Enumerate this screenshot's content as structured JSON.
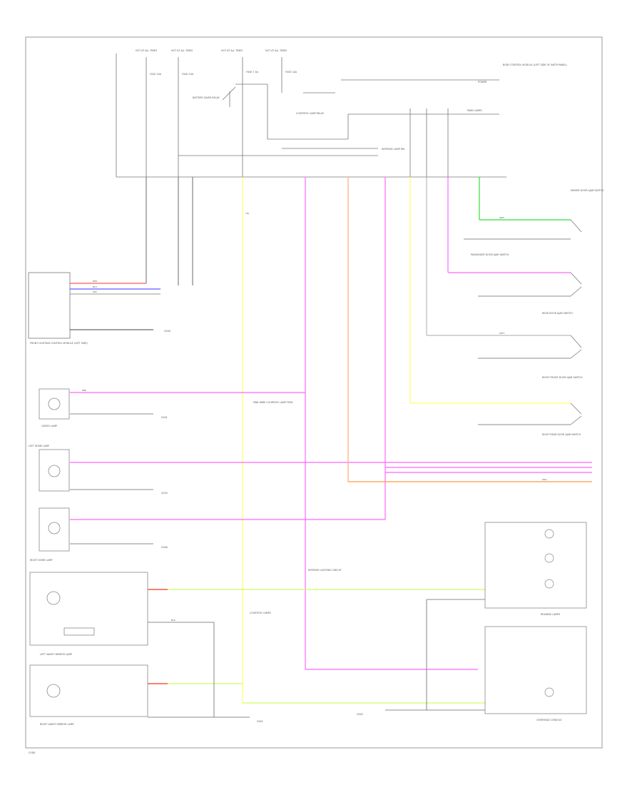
{
  "frame": {
    "background": "#ffffff",
    "border_color": "#888888"
  },
  "wire_colors": {
    "pink": "#ff66ff",
    "yellow": "#ffff66",
    "green": "#33dd33",
    "yellow_green": "#ccff66",
    "orange": "#ff9944",
    "red": "#ff3333",
    "blue": "#3333ff",
    "gray": "#999999",
    "black": "#444444"
  },
  "labels": {
    "fuse_a": "HOT AT ALL TIMES",
    "fuse_b": "HOT AT ALL TIMES",
    "fuse_c": "HOT AT ALL TIMES",
    "fuse_d": "HOT AT ALL TIMES",
    "fuse_a_id": "FUSE 10A",
    "fuse_b_id": "FUSE 10A",
    "fuse_c_id": "FUSE 7.5A",
    "fuse_d_id": "FUSE 10A",
    "battery_saver": "BATTERY SAVER RELAY",
    "bcm_top_right": "BODY CONTROL MODULE (LEFT SIDE OF INSTR PANEL)",
    "wake_line": "POWER",
    "courtesy_lamp_relay": "COURTESY LAMP RELAY",
    "interior_lamp": "INTERIOR LAMP REL",
    "pinout": "PARK LAMPS",
    "door_sw_top": "DRIVER DOOR AJAR SWITCH",
    "door_sw_2": "PASSENGER DOOR AJAR SWITCH",
    "door_sw_3": "REAR DOOR AJAR SWITCH",
    "door_sw_4": "RIGHT FRONT DOOR AJAR SWITCH",
    "door_sw_5": "RIGHT REAR DOOR AJAR SWITCH",
    "ground_g1": "G200",
    "ground_g2": "G201",
    "ground_g3": "G203",
    "ground_g4": "G300",
    "ground_g5": "G301",
    "ground_g6": "G302",
    "left_module": "FRONT LIGHTING CONTROL MODULE (LEFT SIDE)",
    "cargo_lamp": "CARGO LAMP",
    "left_dome": "LEFT DOME LAMP",
    "right_dome": "RIGHT DOME LAMP",
    "left_vanity": "LEFT VANITY MIRROR LAMP",
    "right_vanity": "RIGHT VANITY MIRROR LAMP",
    "center_note_1": "PINK WIRE COURTESY LAMP FEED",
    "center_note_2": "INTERIOR LIGHTING CIRCUIT",
    "center_note_3": "COURTESY LAMPS",
    "reading_lamp": "READING LAMPS",
    "overhead_console": "OVERHEAD CONSOLE",
    "footnote": "CODE"
  },
  "wire_codes": {
    "pk": "PNK",
    "ye": "YEL",
    "gn": "GRN",
    "blk": "BLK",
    "og": "ORG",
    "wht": "WHT",
    "gry": "GRY",
    "red": "RED",
    "blu": "BLU"
  }
}
